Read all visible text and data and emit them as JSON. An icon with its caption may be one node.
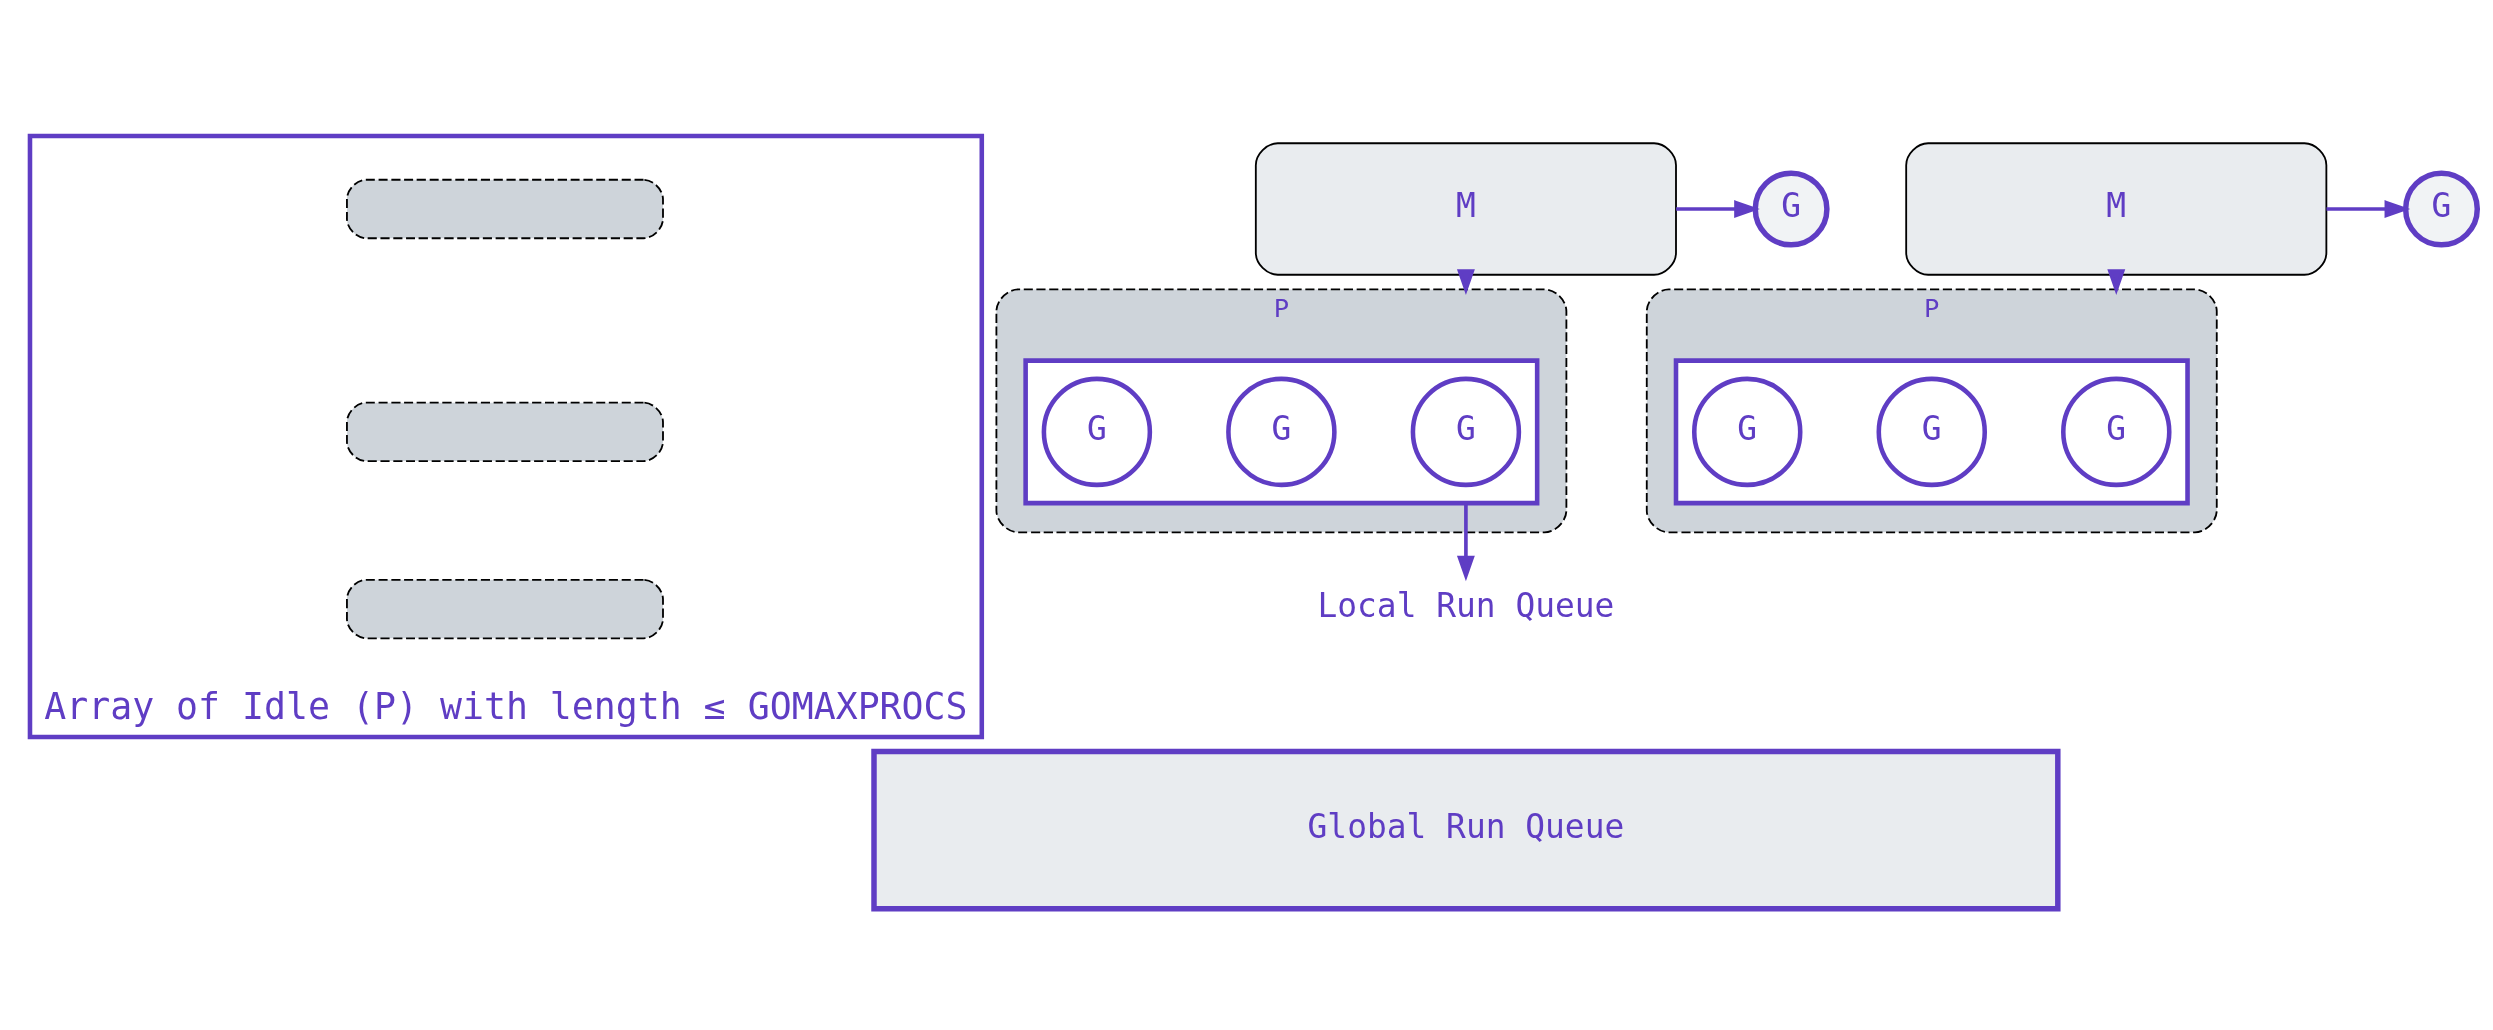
{
  "diagram": {
    "nodes": [
      {
        "text": [
          "Array of Idle (P) with length ≤ GOMAXPROCS"
        ]
      },
      {
        "text": [],
        "shape": "box",
        "in": 0
      },
      {
        "text": [],
        "shape": "box",
        "in": 0
      },
      {
        "text": [],
        "shape": "box",
        "in": 0
      },
      {
        "text": [
          "G"
        ]
      },
      {
        "text": [
          "M"
        ]
      },
      {
        "text": [
          "P"
        ]
      },
      {
        "text": [],
        "shape": "box",
        "in": 6
      },
      {
        "text": [
          "G"
        ],
        "in": 7
      },
      {
        "text": [
          "G"
        ],
        "in": 7
      },
      {
        "text": [
          "G"
        ],
        "in": 7
      },
      {
        "text": [
          "G"
        ]
      },
      {
        "text": [
          "M"
        ]
      },
      {
        "text": [
          "P"
        ]
      },
      {
        "text": [],
        "shape": "box",
        "in": 13
      },
      {
        "text": [
          "G"
        ],
        "in": 14
      },
      {
        "text": [
          "G"
        ],
        "in": 14
      },
      {
        "text": [
          "G"
        ],
        "in": 14
      },
      {
        "text": [
          "Local Run Queue"
        ]
      },
      {
        "text": [
          "Global Run Queue"
        ]
      }
    ],
    "edges": [
      {
        "from": 5,
        "to": 4,
        "arrow": "to"
      },
      {
        "from": 5,
        "to": 6,
        "arrow": "to"
      },
      {
        "from": 7,
        "to": 18,
        "arrow": "to"
      },
      {
        "from": 12,
        "to": 11,
        "arrow": "to"
      },
      {
        "from": 12,
        "to": 13,
        "arrow": "to"
      }
    ]
  }
}
